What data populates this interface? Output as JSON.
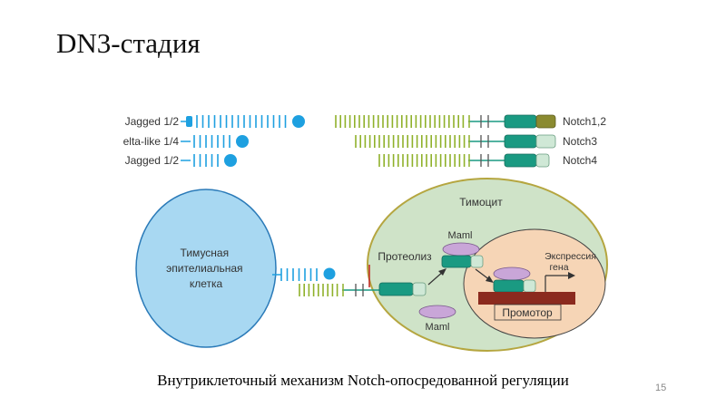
{
  "slide": {
    "title": "DN3-стадия",
    "caption": "Внутриклеточный механизм Notch-опосредованной регуляции",
    "page_number": "15"
  },
  "ligands": [
    {
      "label": "Jagged 1/2"
    },
    {
      "label": "elta-like 1/4"
    },
    {
      "label": "Jagged 1/2"
    }
  ],
  "receptors": [
    {
      "label": "Notch1,2"
    },
    {
      "label": "Notch3"
    },
    {
      "label": "Notch4"
    }
  ],
  "cells": {
    "epithelial": "Тимусная эпителиальная клетка",
    "thymocyte": "Тимоцит",
    "proteolysis": "Протеолиз",
    "maml_top": "Maml",
    "maml_bottom": "Maml",
    "expression": "Экспрессия гена",
    "promoter": "Промотор"
  },
  "colors": {
    "ligand_blue": "#1ea0e0",
    "receptor_green": "#8fb12a",
    "domain_teal": "#1a9a82",
    "domain_olive": "#8a8a30",
    "domain_pale": "#cfe8d6",
    "epithelial_fill": "#a8d8f2",
    "thymocyte_fill": "#cfe3c8",
    "nucleus_fill": "#f6d5b6",
    "maml_fill": "#c9a6d8",
    "promoter_fill": "#8b2a1e"
  }
}
